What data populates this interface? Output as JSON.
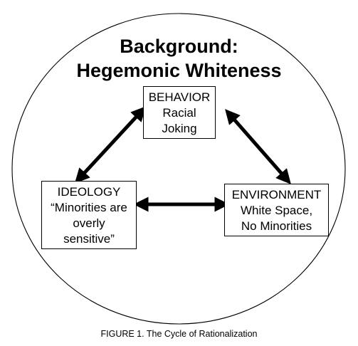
{
  "title": {
    "line1": "Background:",
    "line2": "Hegemonic Whiteness"
  },
  "nodes": {
    "behavior": {
      "heading": "BEHAVIOR",
      "lines": [
        "Racial",
        "Joking"
      ]
    },
    "ideology": {
      "heading": "IDEOLOGY",
      "lines": [
        "“Minorities are",
        "overly",
        "sensitive”"
      ]
    },
    "environment": {
      "heading": "ENVIRONMENT",
      "lines": [
        "White Space,",
        "No Minorities"
      ]
    }
  },
  "caption": "FIGURE 1. The Cycle of Rationalization"
}
